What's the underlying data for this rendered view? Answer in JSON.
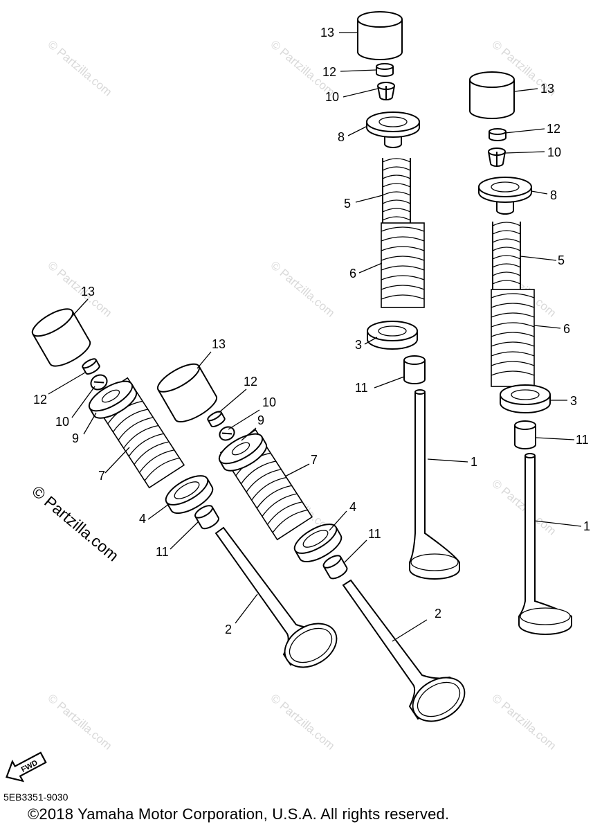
{
  "watermark": "© Partzilla.com",
  "side_watermark": "© Partzilla.com",
  "fwd_label": "FWD",
  "diagram_code": "5EB3351-9030",
  "copyright": "©2018  Yamaha Motor Corporation, U.S.A. All rights reserved.",
  "callouts": {
    "n1": "1",
    "n2": "2",
    "n3": "3",
    "n4": "4",
    "n5": "5",
    "n6": "6",
    "n7": "7",
    "n8": "8",
    "n9": "9",
    "n10": "10",
    "n11": "11",
    "n12": "12",
    "n13": "13"
  }
}
